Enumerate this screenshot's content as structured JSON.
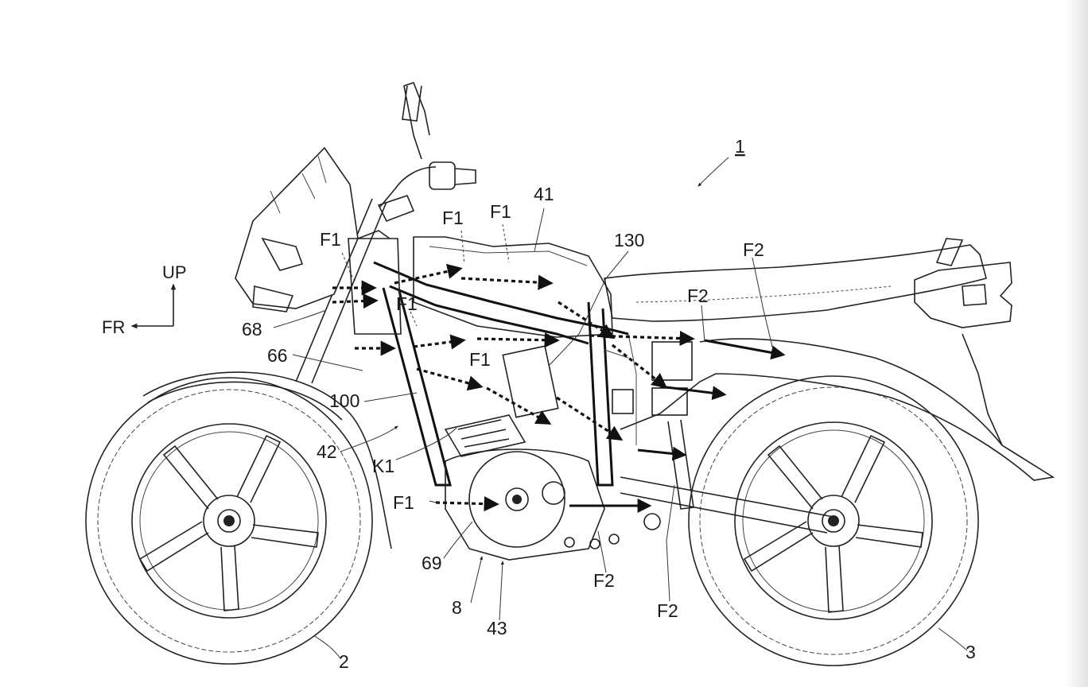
{
  "figure": {
    "ref_main": "1",
    "orientation": {
      "up": "UP",
      "front": "FR"
    }
  },
  "labels": {
    "frame_41": "41",
    "part_130": "130",
    "part_68": "68",
    "part_66": "66",
    "part_100": "100",
    "part_42": "42",
    "k1": "K1",
    "part_69": "69",
    "part_8": "8",
    "part_43": "43",
    "wheel_front": "2",
    "wheel_rear": "3"
  },
  "flows": {
    "f1": "F1",
    "f2": "F2"
  },
  "colors": {
    "line": "#222222",
    "background": "#ffffff"
  }
}
